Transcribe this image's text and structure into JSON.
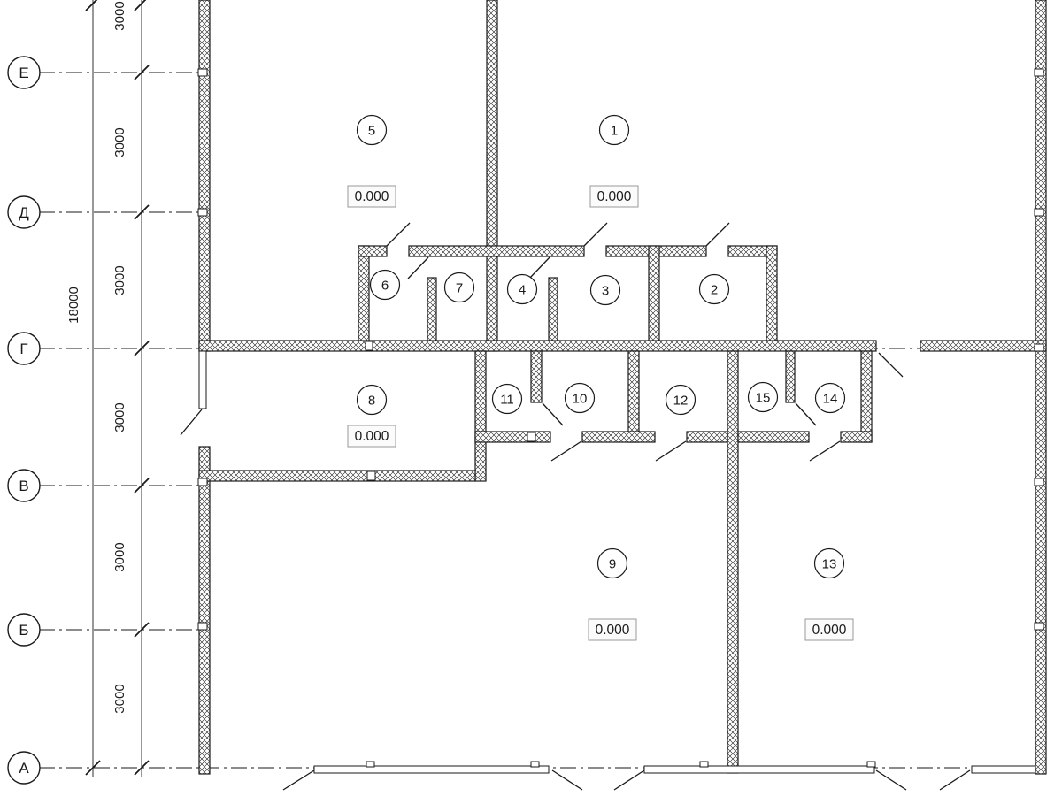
{
  "axes": [
    {
      "label": "Е"
    },
    {
      "label": "Д"
    },
    {
      "label": "Г"
    },
    {
      "label": "В"
    },
    {
      "label": "Б"
    },
    {
      "label": "А"
    }
  ],
  "dimensions": {
    "segments": [
      {
        "text": "3000"
      },
      {
        "text": "3000"
      },
      {
        "text": "3000"
      },
      {
        "text": "3000"
      },
      {
        "text": "3000"
      },
      {
        "text": "3000"
      }
    ],
    "total": {
      "text": "18000"
    }
  },
  "rooms": [
    {
      "number": "5"
    },
    {
      "number": "1"
    },
    {
      "number": "6"
    },
    {
      "number": "7"
    },
    {
      "number": "4"
    },
    {
      "number": "3"
    },
    {
      "number": "2"
    },
    {
      "number": "8"
    },
    {
      "number": "11"
    },
    {
      "number": "10"
    },
    {
      "number": "12"
    },
    {
      "number": "15"
    },
    {
      "number": "14"
    },
    {
      "number": "9"
    },
    {
      "number": "13"
    }
  ],
  "elevations": [
    {
      "value": "0.000"
    },
    {
      "value": "0.000"
    },
    {
      "value": "0.000"
    },
    {
      "value": "0.000"
    },
    {
      "value": "0.000"
    }
  ],
  "colors": {
    "ink": "#1a1a1a",
    "background": "#ffffff",
    "elevation_box_border": "#9a9a9a"
  }
}
